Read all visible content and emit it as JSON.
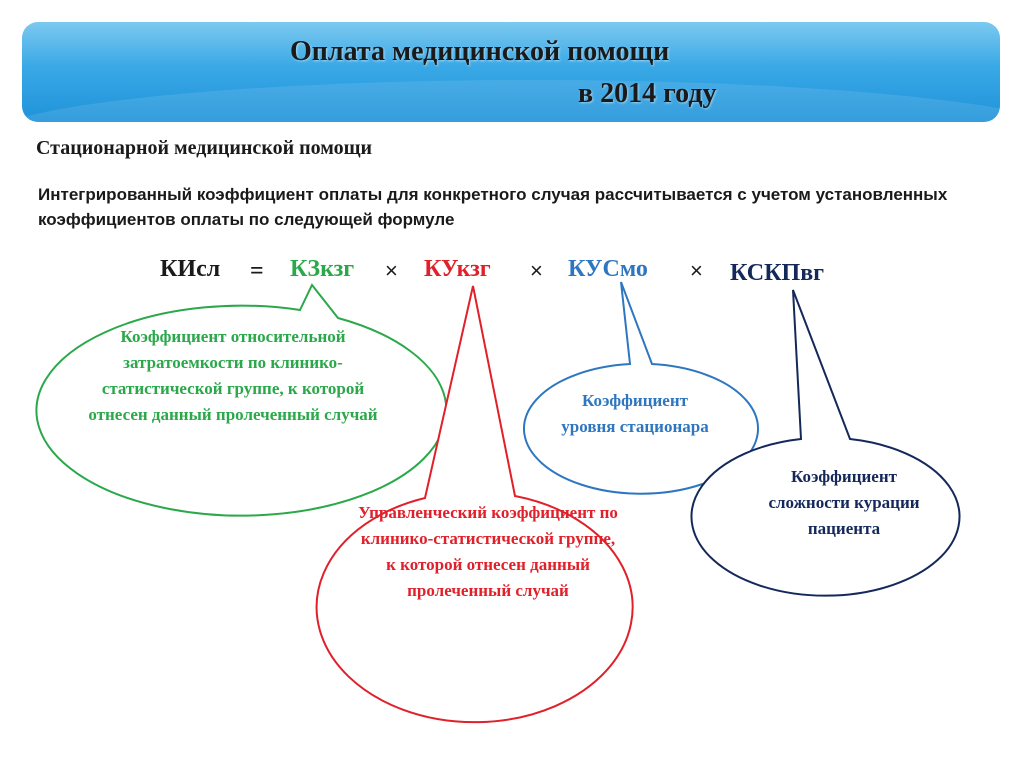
{
  "title": {
    "line1": "Оплата медицинской помощи",
    "line2": "в 2014 году"
  },
  "heading": "Стационарной медицинской помощи",
  "description": "Интегрированный коэффициент оплаты для конкретного случая рассчитывается с учетом установленных коэффициентов оплаты по следующей формуле",
  "formula": {
    "result": "КИсл",
    "equals": "=",
    "term1": "КЗкзг",
    "times1": "×",
    "term2": "КУкзг",
    "times2": "×",
    "term3": "КУСмо",
    "times3": "×",
    "term4": "КСКПвг"
  },
  "colors": {
    "green": "#2aa84a",
    "red": "#e0202a",
    "blue": "#2e77c0",
    "navy": "#14285a",
    "banner": "#2a9de0"
  },
  "callouts": {
    "green": "Коэффициент относительной затратоемкости по клинико-статистической группе, к которой отнесен данный пролеченный случай",
    "red": "Управленческий коэффициент по клинико-статистической группе, к которой отнесен данный пролеченный случай",
    "blue": "Коэффициент уровня стационара",
    "navy": "Коэффициент сложности курации пациента"
  }
}
